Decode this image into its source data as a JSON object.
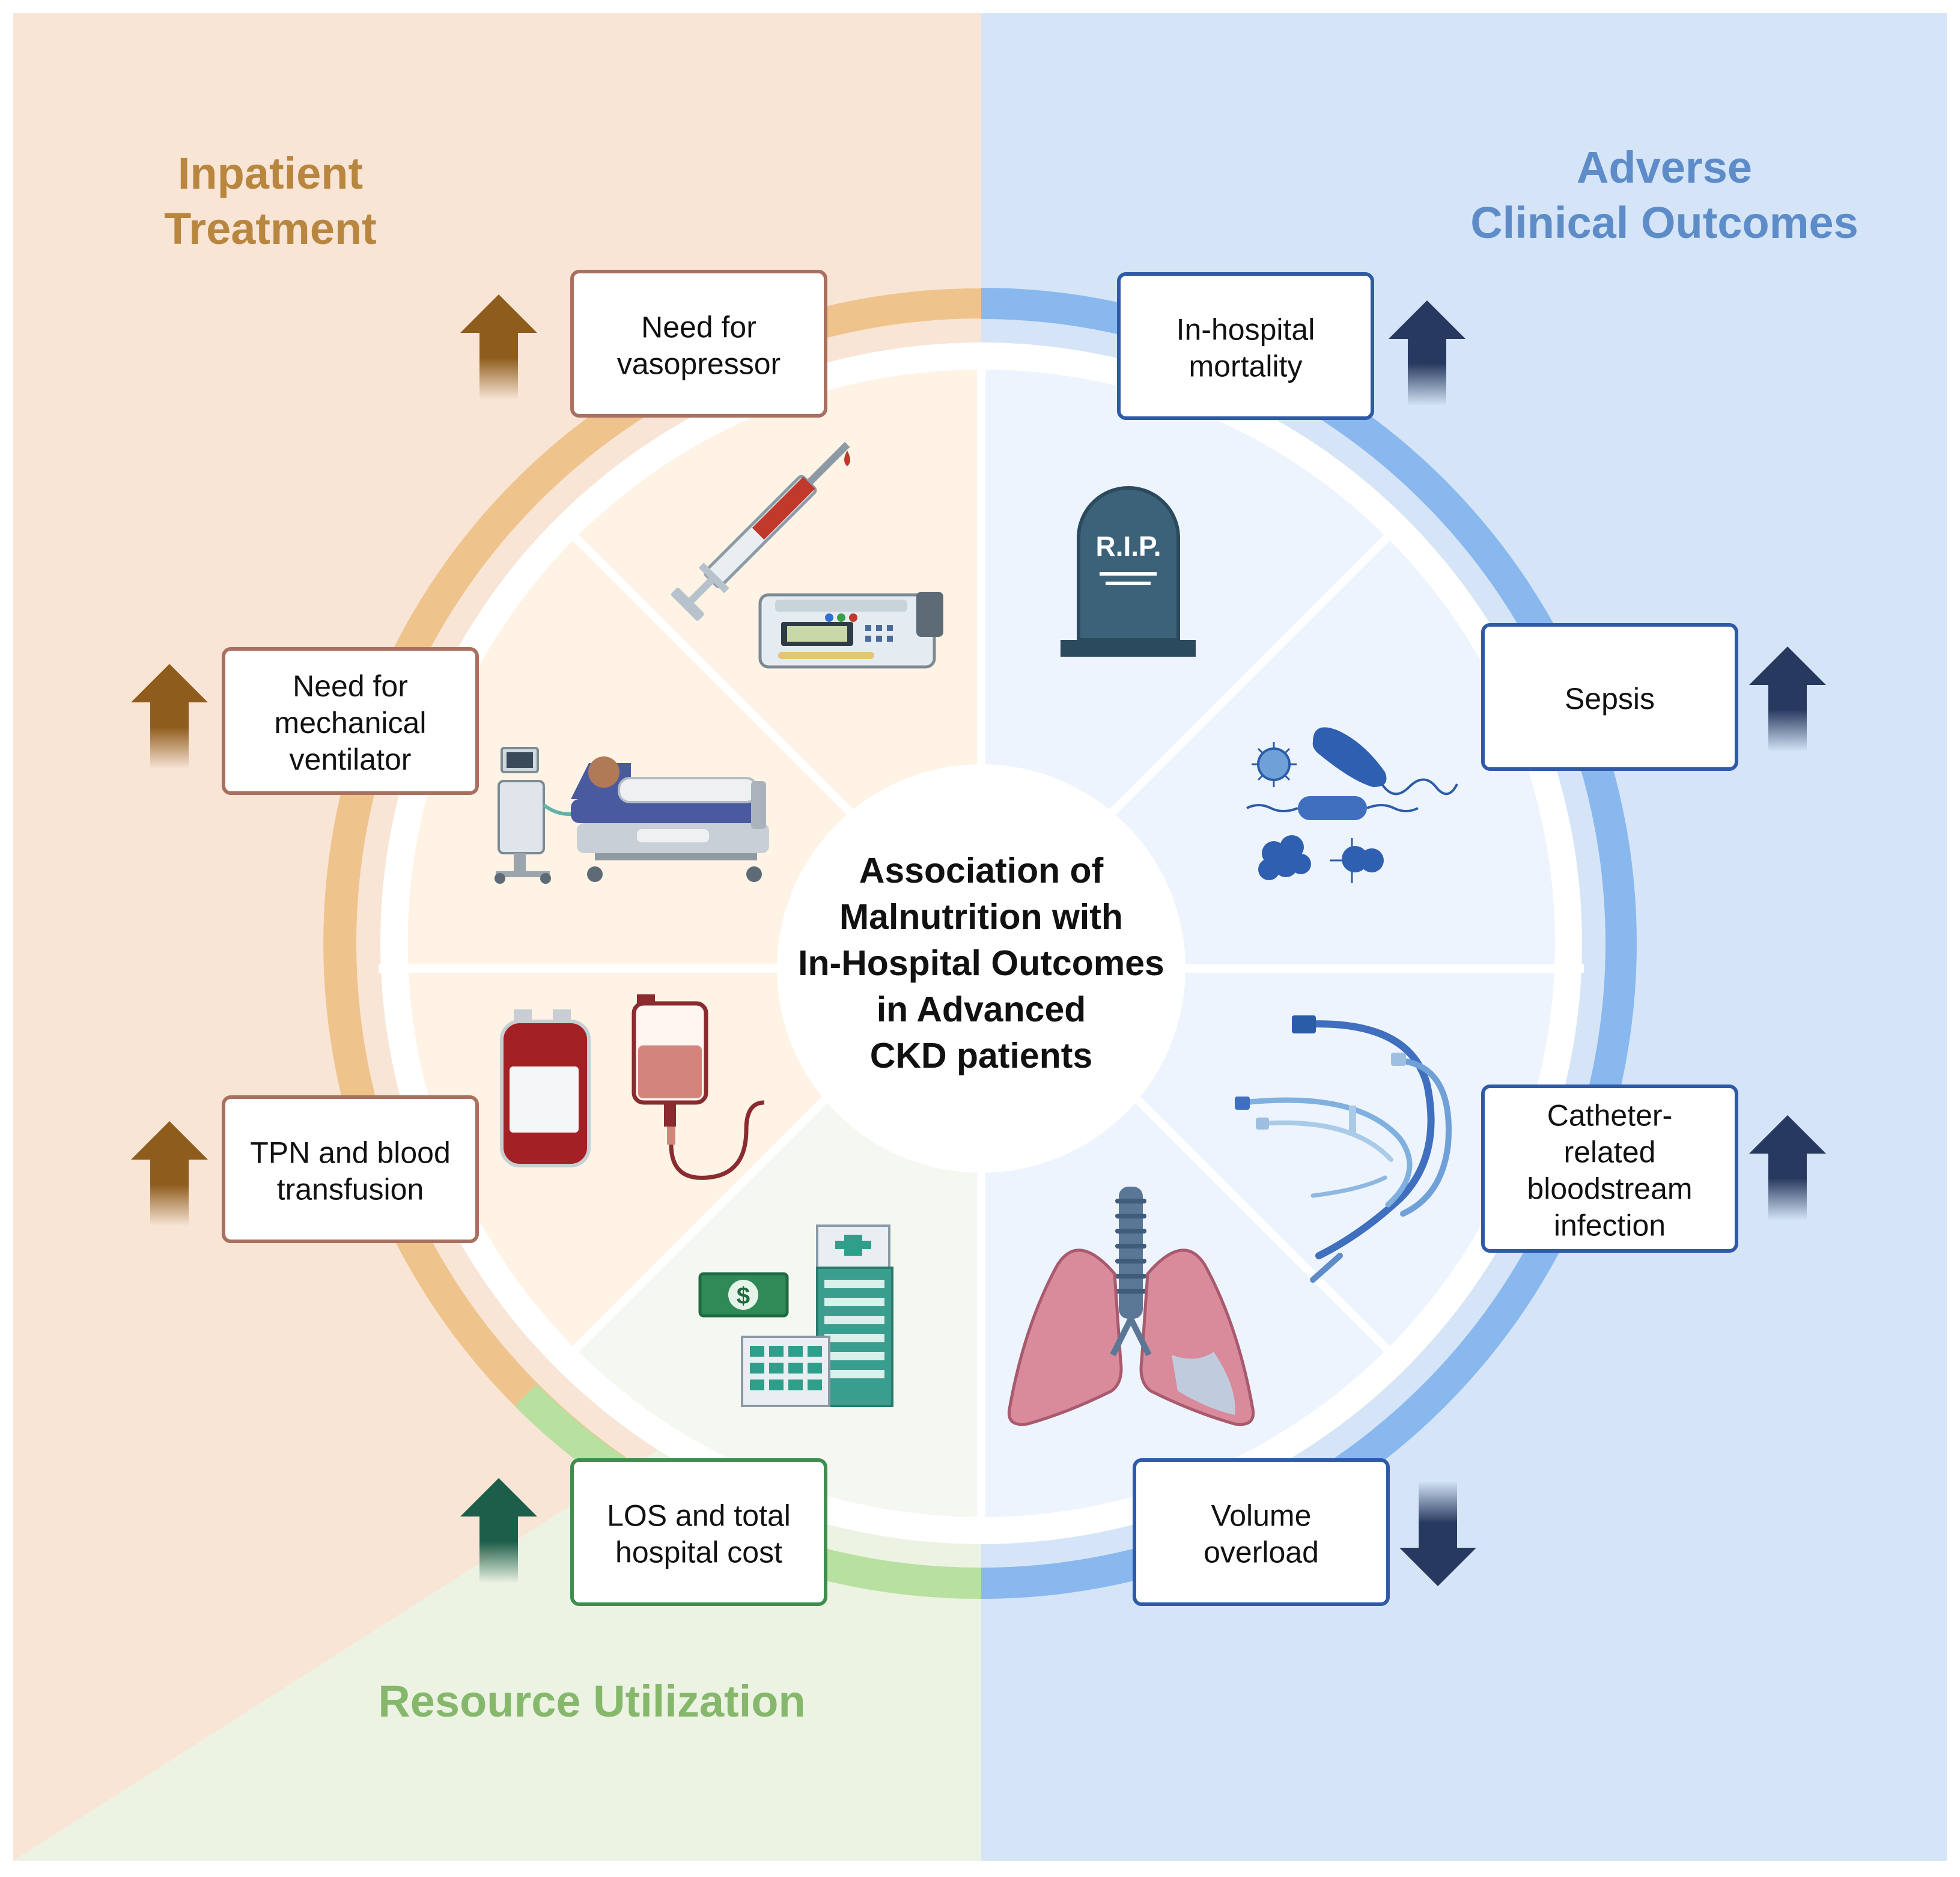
{
  "sections": {
    "inpatient": {
      "heading": [
        "Inpatient",
        "Treatment"
      ],
      "color": "#b8863f",
      "arrow_color": "#8e5c1c"
    },
    "adverse": {
      "heading": [
        "Adverse",
        "Clinical Outcomes"
      ],
      "color": "#5d8cc8",
      "arrow_color": "#27395f"
    },
    "resource": {
      "heading": [
        "Resource Utilization"
      ],
      "color": "#86b86c",
      "arrow_color": "#1c5e4a"
    }
  },
  "center": {
    "lines": [
      "Association of",
      "Malnutrition with",
      "In-Hospital Outcomes",
      "in Advanced",
      "CKD patients"
    ]
  },
  "boxes": [
    {
      "id": "vasopressor",
      "lines": [
        "Need for",
        "vasopressor"
      ],
      "section": "inpatient",
      "arrow": "up",
      "icon": "syringe-pump-icon"
    },
    {
      "id": "ventilator",
      "lines": [
        "Need for",
        "mechanical",
        "ventilator"
      ],
      "section": "inpatient",
      "arrow": "up",
      "icon": "ventilator-bed-icon"
    },
    {
      "id": "tpn",
      "lines": [
        "TPN and blood",
        "transfusion"
      ],
      "section": "inpatient",
      "arrow": "up",
      "icon": "blood-bag-icon"
    },
    {
      "id": "los",
      "lines": [
        "LOS and total",
        "hospital cost"
      ],
      "section": "resource",
      "arrow": "up",
      "icon": "hospital-money-icon"
    },
    {
      "id": "mortality",
      "lines": [
        "In-hospital",
        "mortality"
      ],
      "section": "adverse",
      "arrow": "up",
      "icon": "tombstone-icon"
    },
    {
      "id": "sepsis",
      "lines": [
        "Sepsis"
      ],
      "section": "adverse",
      "arrow": "up",
      "icon": "bacteria-icon"
    },
    {
      "id": "crbsi",
      "lines": [
        "Catheter-",
        "related",
        "bloodstream",
        "infection"
      ],
      "section": "adverse",
      "arrow": "up",
      "icon": "catheter-icon"
    },
    {
      "id": "volume",
      "lines": [
        "Volume",
        "overload"
      ],
      "section": "adverse",
      "arrow": "down",
      "icon": "lungs-icon"
    }
  ],
  "tombstone_text": "R.I.P.",
  "currency_symbol": "$"
}
